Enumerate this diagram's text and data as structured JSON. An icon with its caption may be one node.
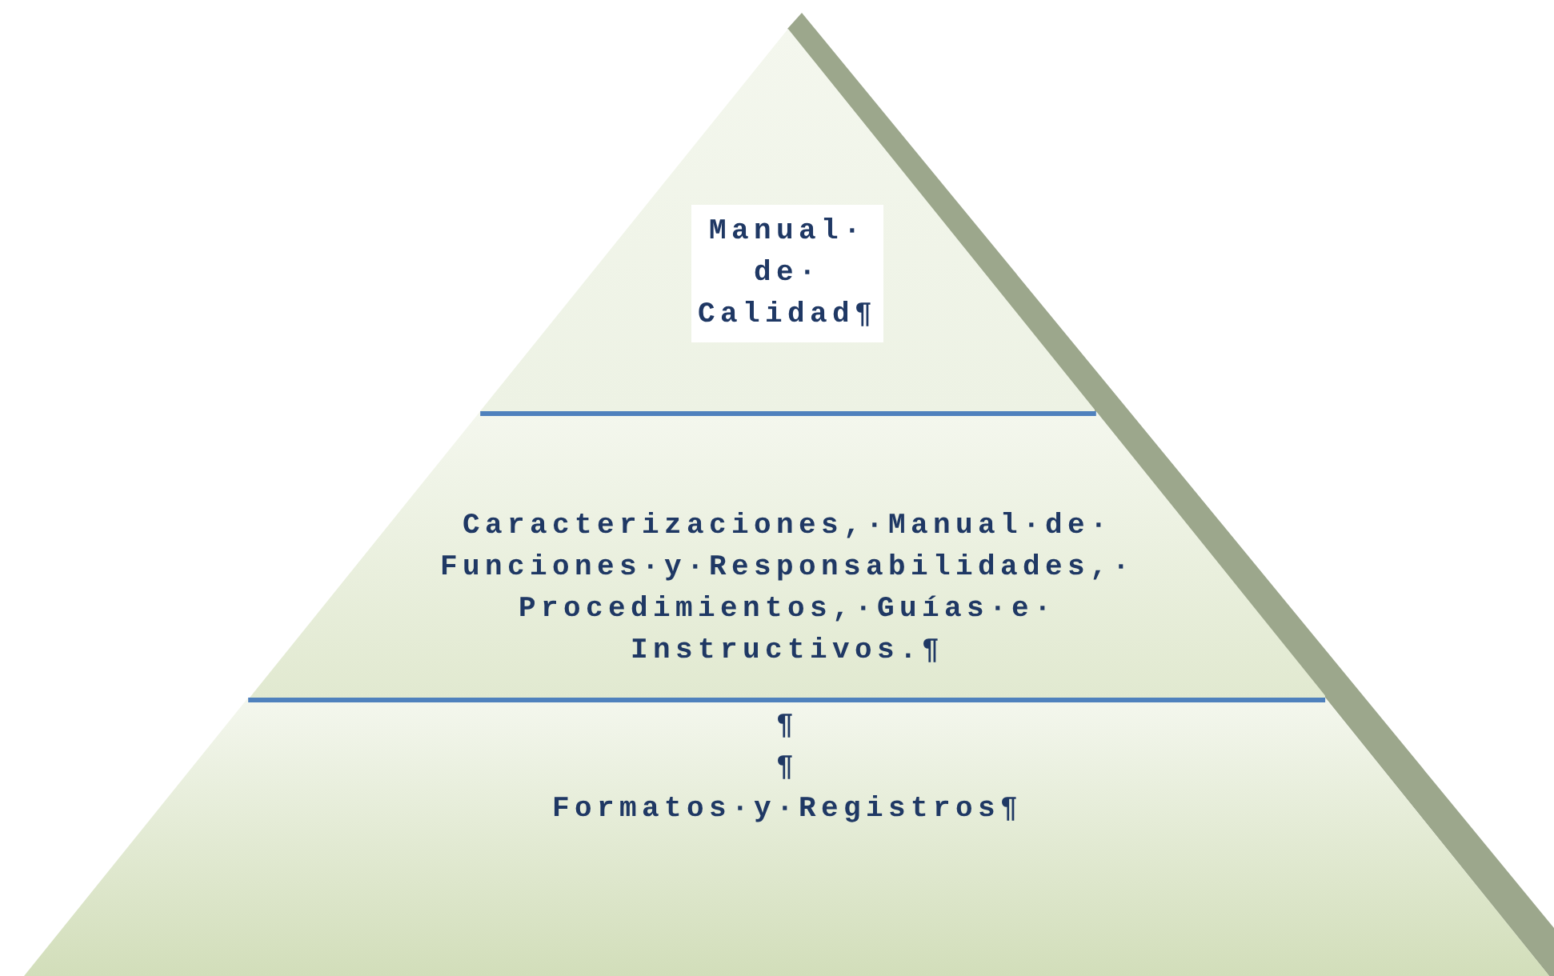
{
  "diagram": {
    "nodes": [
      {
        "text": [
          "Manual· de· Calidad¶"
        ]
      },
      {
        "text": [
          "Caracterizaciones,·Manual·de· Funciones·y·Responsabilidades,· Procedimientos,·Guías·e· Instructivos.¶"
        ]
      },
      {
        "text": [
          "¶",
          "¶",
          "Formatos·y·Registros¶"
        ]
      }
    ]
  }
}
